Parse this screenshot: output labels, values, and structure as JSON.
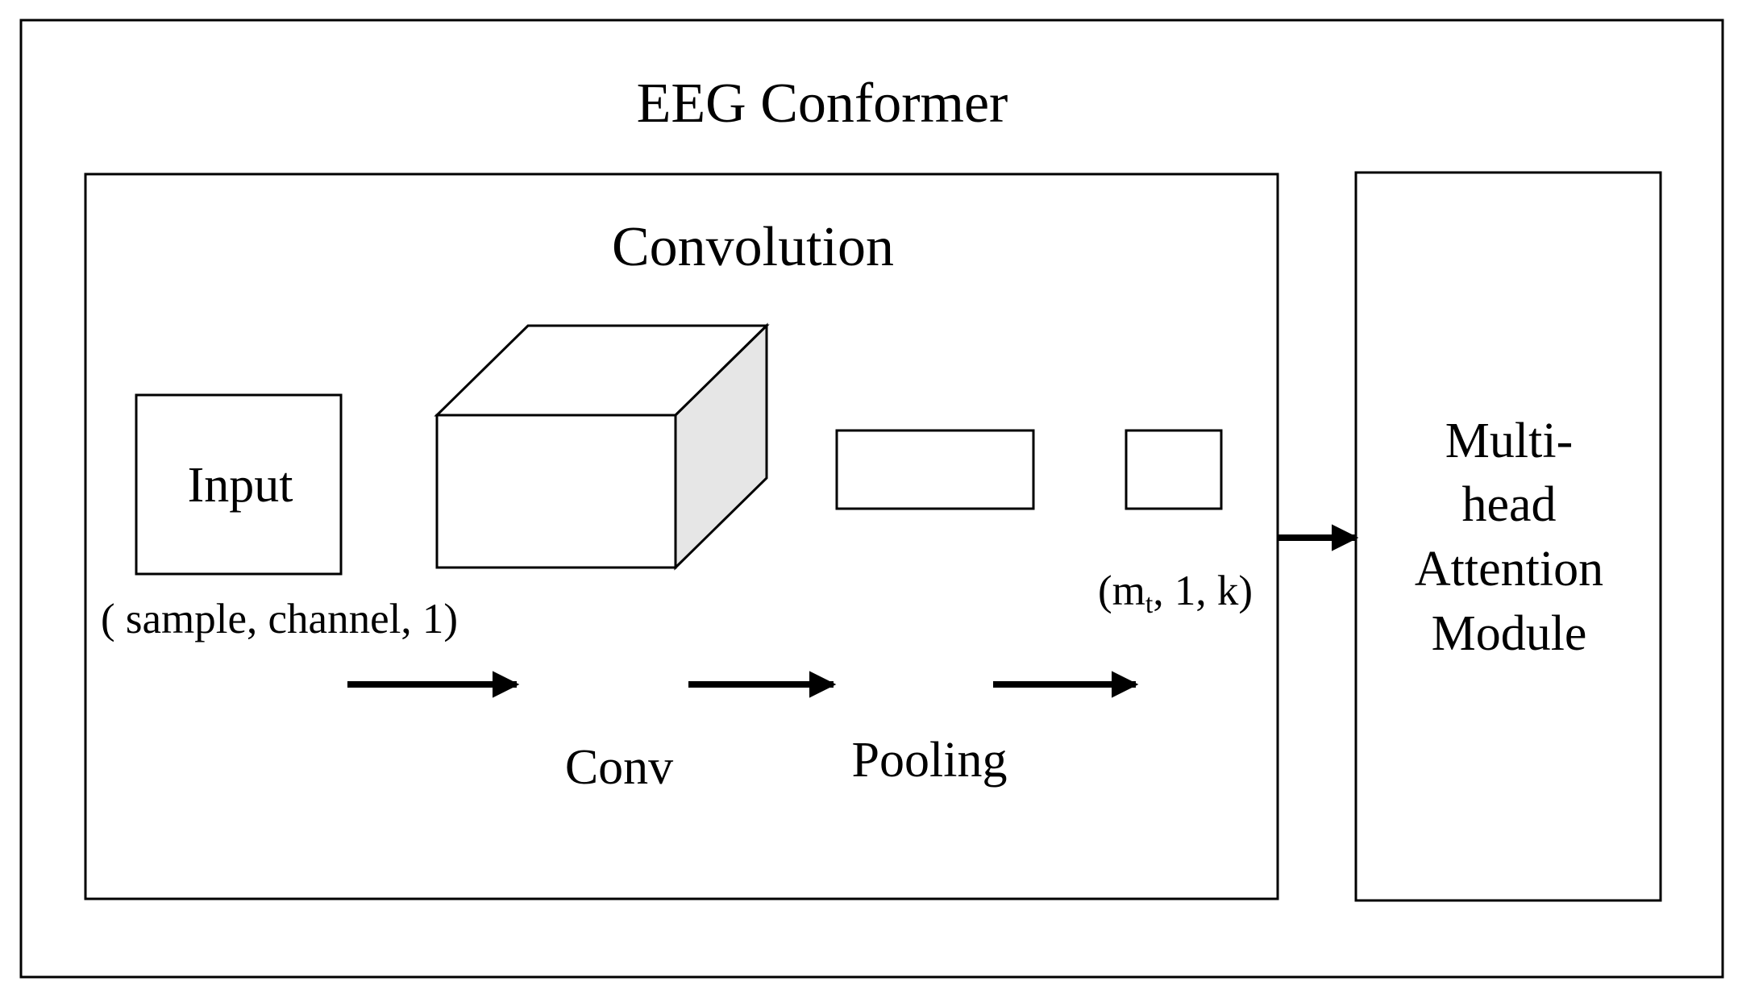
{
  "title": "EEG Conformer",
  "convolution": {
    "title": "Convolution",
    "input_label": "Input",
    "input_shape": "( sample, channel, 1)",
    "conv_label": "Conv",
    "pooling_label": "Pooling",
    "output_shape": {
      "open": "(m",
      "subscript": "t",
      "rest": ", 1, k)"
    }
  },
  "attention": {
    "lines": [
      "Multi-",
      "head",
      "Attention",
      "Module"
    ]
  },
  "colors": {
    "stroke": "#000000",
    "background": "#ffffff",
    "cube_side": "#e6e6e6"
  }
}
